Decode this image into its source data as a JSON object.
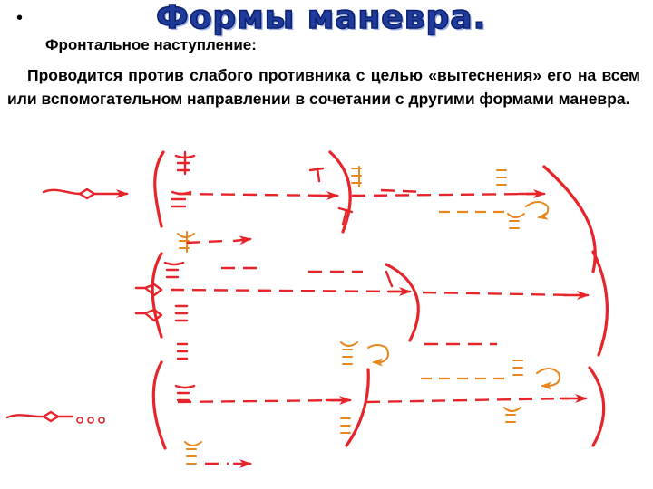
{
  "slide": {
    "bullet": "•",
    "title": "Формы маневра.",
    "subtitle": "Фронтальное наступление:",
    "paragraph": "Проводится против слабого противника с целью «вытеснения» его на всем или вспомогательном направлении в сочетании с другими формами маневра."
  },
  "diagram": {
    "colors": {
      "own_forces": "#e6242a",
      "enemy_forces": "#e8871e"
    },
    "icons": [
      "unit-rake-icon",
      "advance-arrow-icon",
      "defence-line-icon",
      "counterattack-arrow-icon"
    ]
  }
}
